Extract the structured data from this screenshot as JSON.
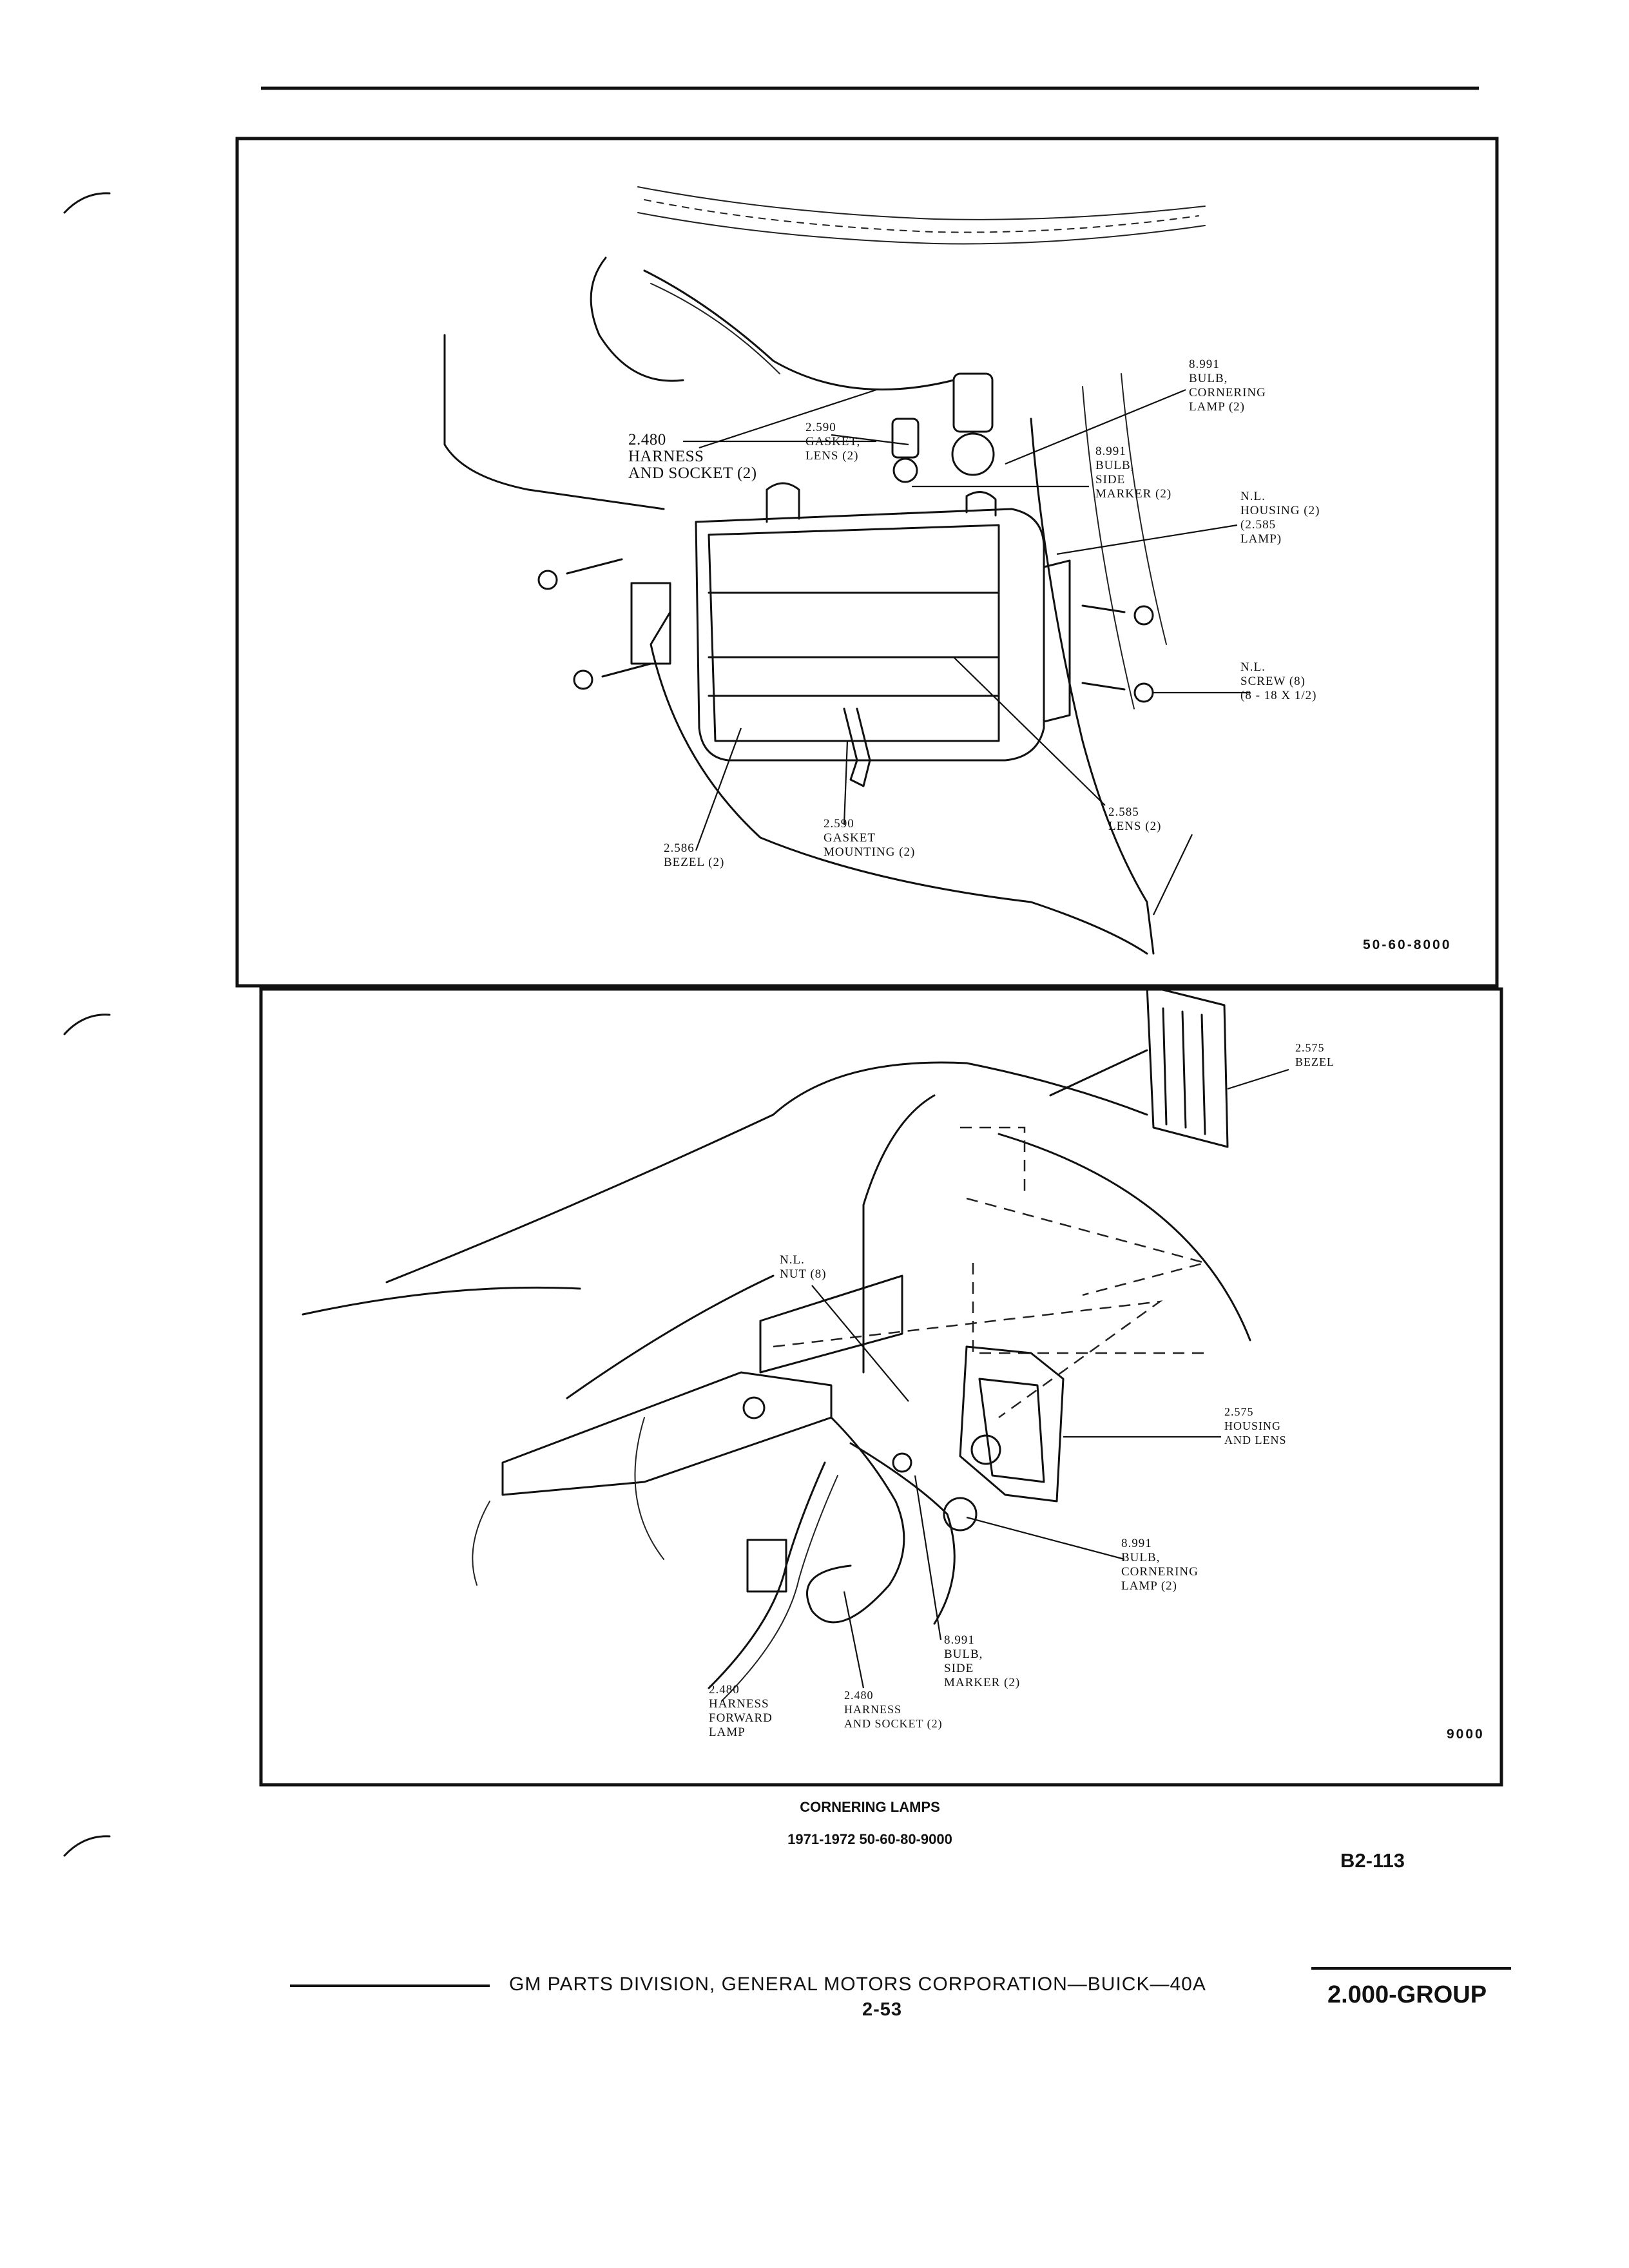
{
  "figure_top": {
    "id": "50-60-8000",
    "callouts": {
      "harness_socket": [
        "2.480",
        "HARNESS",
        "AND SOCKET (2)"
      ],
      "gasket_lens": [
        "2.590",
        "GASKET,",
        "LENS (2)"
      ],
      "bulb_cornering": [
        "8.991",
        "BULB,",
        "CORNERING",
        "LAMP (2)"
      ],
      "bulb_side_marker": [
        "8.991",
        "BULB,",
        "SIDE",
        "MARKER (2)"
      ],
      "housing": [
        "N.L.",
        "HOUSING (2)",
        "(2.585",
        "LAMP)"
      ],
      "screw": [
        "N.L.",
        "SCREW (8)",
        "(8 - 18 x 1/2)"
      ],
      "lens": [
        "2.585",
        "LENS (2)"
      ],
      "gasket_mounting": [
        "2.590",
        "GASKET",
        "MOUNTING (2)"
      ],
      "bezel": [
        "2.586",
        "BEZEL (2)"
      ]
    }
  },
  "figure_bottom": {
    "id": "9000",
    "callouts": {
      "bezel": [
        "2.575",
        "BEZEL"
      ],
      "nut": [
        "N.L.",
        "NUT (8)"
      ],
      "housing_lens": [
        "2.575",
        "HOUSING",
        "AND LENS"
      ],
      "bulb_cornering": [
        "8.991",
        "BULB,",
        "CORNERING",
        "LAMP (2)"
      ],
      "bulb_side_marker": [
        "8.991",
        "BULB,",
        "SIDE",
        "MARKER (2)"
      ],
      "harness_socket": [
        "2.480",
        "HARNESS",
        "AND SOCKET (2)"
      ],
      "harness_forward": [
        "2.480",
        "HARNESS",
        "FORWARD",
        "LAMP"
      ]
    }
  },
  "caption": {
    "title": "CORNERING LAMPS",
    "subtitle": "1971-1972 50-60-80-9000"
  },
  "page_code": "B2-113",
  "footer": {
    "text": "GM PARTS DIVISION, GENERAL MOTORS CORPORATION—BUICK—40A",
    "page_number": "2-53",
    "group": "2.000-GROUP"
  }
}
